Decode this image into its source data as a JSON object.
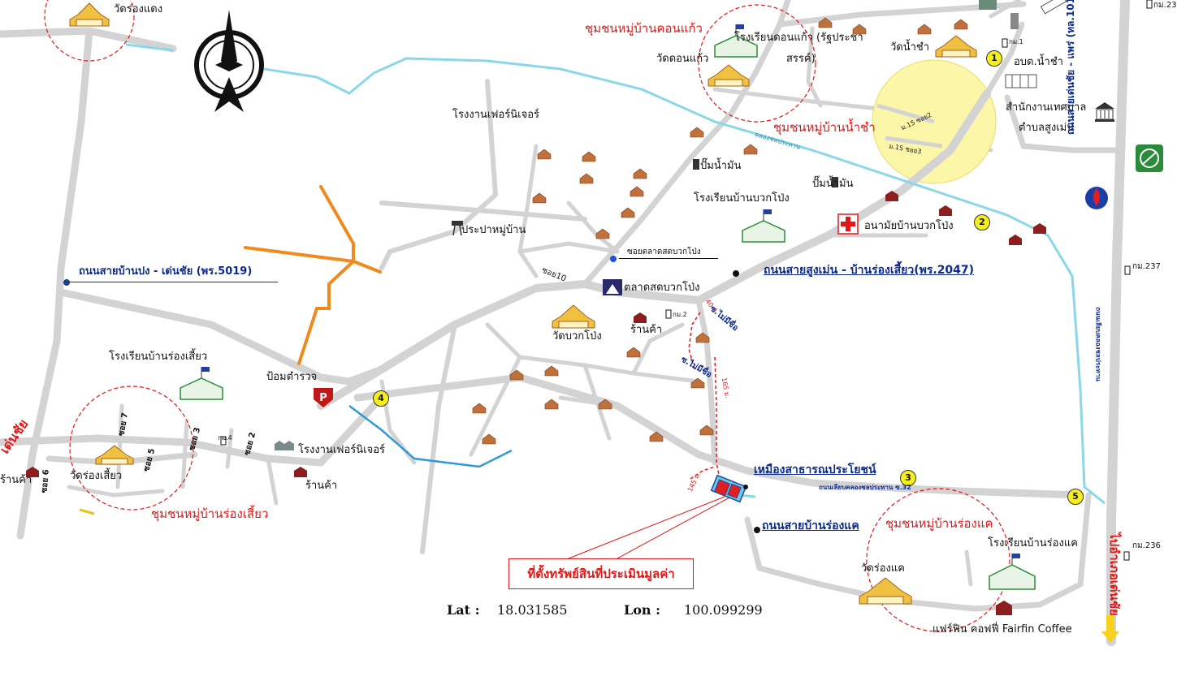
{
  "labels": {
    "wat_rong_daeng": "วัดร่องแดง",
    "community_khon_kaeo": "ชุมชนหมู่บ้านคอนแก้ว",
    "school_khon_kaeo": "โรงเรียนดอนแก้ว (รัฐประชา",
    "school_khon_kaeo_2": "สรรค์)",
    "wat_khon_kaeo": "วัดดอนแก้ว",
    "wat_nam_cham": "วัดน้ำชำ",
    "obt_nam_cham": "อบต.น้ำชำ",
    "km1": "กม.1",
    "km23": "กม.23",
    "municipal_office": "สำนักงานเทศบาล",
    "municipal_office_2": "ตำบลสูงเม่น",
    "furniture_factory_top": "โรงงานเฟอร์นิเจอร์",
    "community_nam_cham": "ชุมชนหมู่บ้านน้ำชำ",
    "canal_label": "คลองชลประทาน",
    "gas_station_1": "ปั๊มน้ำมัน",
    "gas_station_2": "ปั๊มน้ำมัน",
    "school_buak_pong": "โรงเรียนบ้านบวกโป่ง",
    "health_center": "อนามัยบ้านบวกโป่ง",
    "water_supply": "ประปาหมู่บ้าน",
    "soi_market": "ซอยตลาดสดบวกโป่ง",
    "road_ban_pong": "ถนนสายบ้านปง - เด่นชัย (พร.5019)",
    "road_sung_men": "ถนนสายสูงเม่น - บ้านร่องเสี้ยว(พร.2047)",
    "soi10": "ซอย10",
    "fresh_market": "ตลาดสดบวกโป่ง",
    "km2": "กม.2",
    "unnamed_soi_1": "ซ.ไม่มีชื่อ",
    "unnamed_soi_2": "ซ.ไม่มีชื่อ",
    "wat_buak_pong": "วัดบวกโป่ง",
    "shop_1": "ร้านค้า",
    "km237": "กม.237",
    "school_rong_siao": "โรงเรียนบ้านร่องเสี้ยว",
    "police_box": "ป้อมตำรวจ",
    "furniture_factory_bottom": "โรงงานเฟอร์นิเจอร์",
    "shop_2": "ร้านค้า",
    "soi7": "ซอย 7",
    "soi3": "ซอย 3",
    "soi5": "ซอย 5",
    "soi2": "ซอย 2",
    "soi6": "ซอย 6",
    "km4": "กม.4",
    "wat_rong_siao": "วัดร่องเสี้ยว",
    "shop_3": "ร้านค้า",
    "community_rong_siao": "ชุมชนหมู่บ้านร่องเสี้ยว",
    "den_chai_left": "เด่นชัย",
    "public_canal": "เหมืองสาธารณประโยชน์",
    "canal_road": "ถนนเลียบคลองชลประทาน ซ.32",
    "road_rong_khae": "ถนนสายบ้านร่องแค",
    "dist_145": "145 ม.",
    "dist_165": "165 ม.",
    "dist_40": "40 ม.",
    "community_rong_khae": "ชุมชนหมู่บ้านร่องแค",
    "school_rong_khae": "โรงเรียนบ้านร่องแค",
    "wat_rong_khae": "วัดร่องแค",
    "km236": "กม.236",
    "cafe": "แฟร์ฟิน คอฟฟี่ Fairfin Coffee",
    "highway_101": "ถนนสายเด่นชัย - แพร่ (ทล.101)",
    "to_den_chai": "ไปอำเภอเด่นชัย",
    "property_callout": "ที่ตั้งทรัพย์สินที่ประเมินมูลค่า",
    "lat_label": "Lat :",
    "lat_value": "18.031585",
    "lon_label": "Lon :",
    "lon_value": "100.099299",
    "compass_n": "N",
    "moo15_1": "ม.15 ซอย2",
    "moo15_2": "ม.15 ซอย3",
    "canal_vertical": "ถนนเลียบคลองชลประทาน"
  },
  "markers": {
    "m1": "1",
    "m2": "2",
    "m3": "3",
    "m4": "4",
    "m5": "5"
  },
  "colors": {
    "road": "#d2d2d2",
    "canal": "#7fd4e6",
    "orange_road": "#ee8a1e",
    "community_circle": "#e01818",
    "yellow_zone": "#fcf7a8",
    "label_red": "#e01818",
    "label_navy": "#0b2a8c"
  }
}
